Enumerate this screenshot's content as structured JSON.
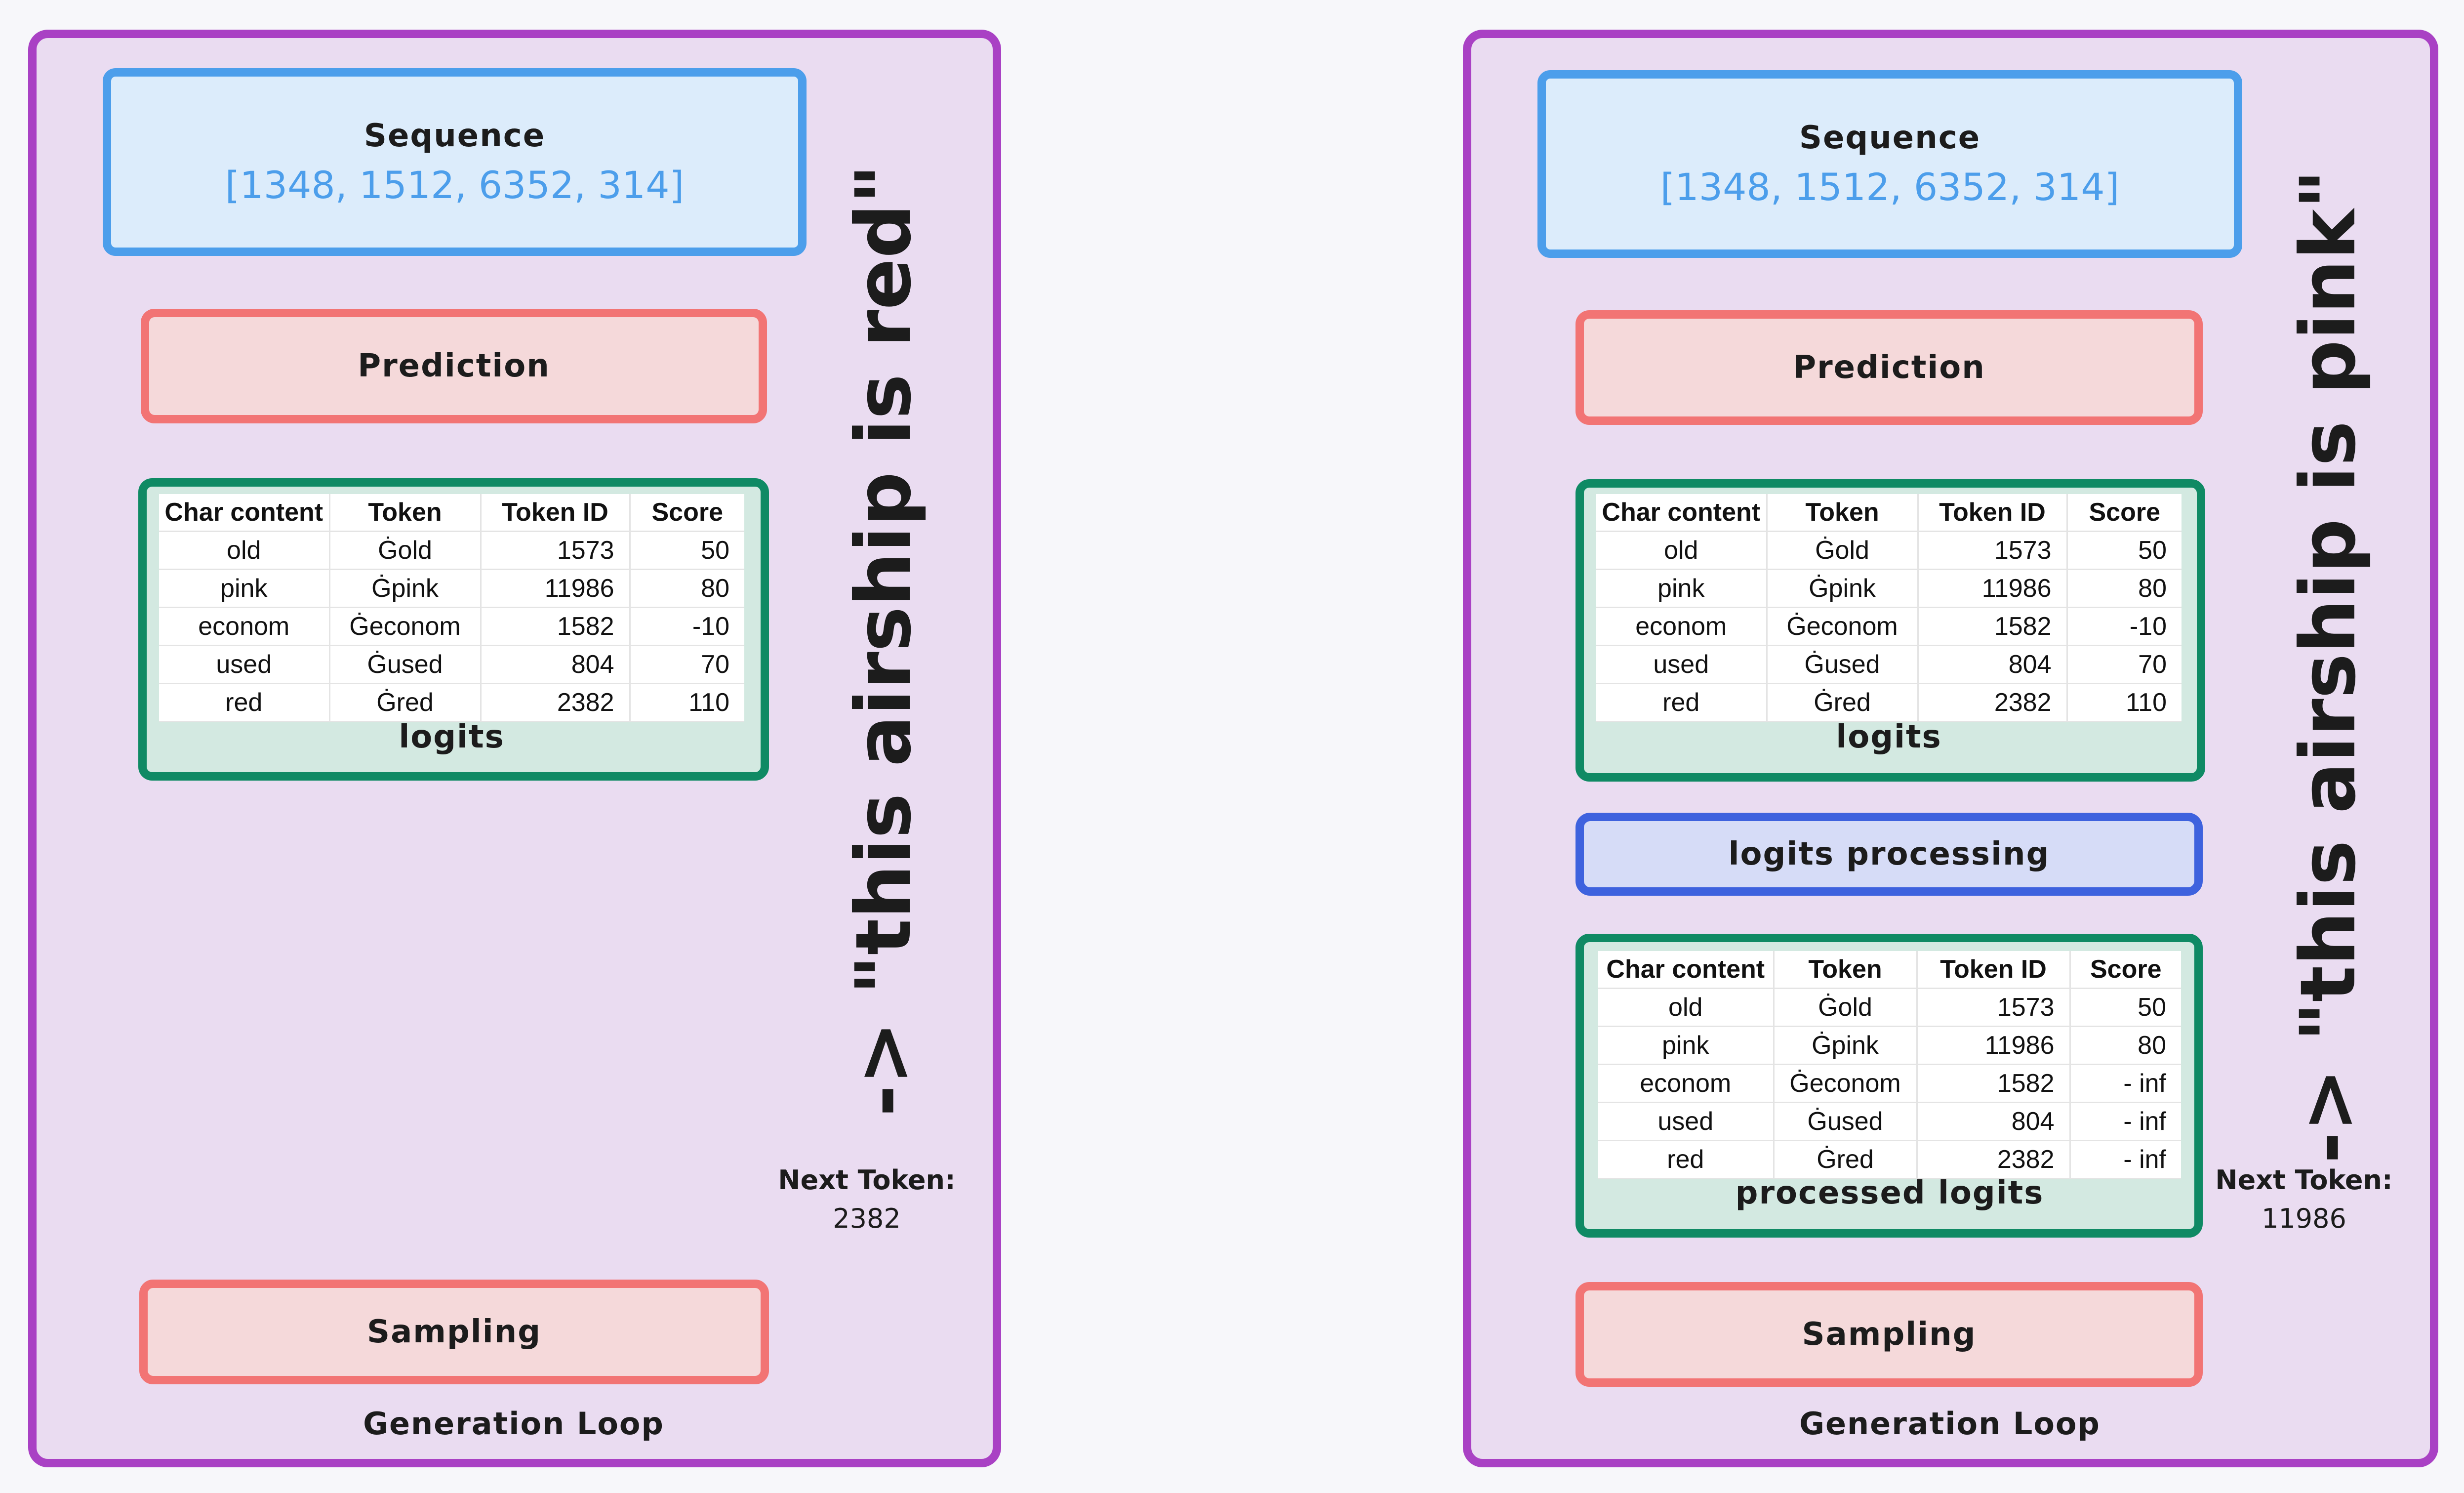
{
  "colors": {
    "loop_border": "#a941c4",
    "loop_fill": "#eadcf1",
    "sequence_border": "#4c9eeb",
    "sequence_fill": "#dcecfb",
    "prediction_border": "#f27474",
    "prediction_fill": "#f5d9da",
    "logits_border": "#0f8a64",
    "logits_fill": "#d3e9e1",
    "processing_border": "#3e62de",
    "processing_fill": "#d6dcf7"
  },
  "panels": [
    {
      "loop_label": "Generation Loop",
      "sequence_title": "Sequence",
      "sequence_value": "[1348, 1512, 6352, 314]",
      "prediction_label": "Prediction",
      "sampling_label": "Sampling",
      "logits_label": "logits",
      "logits_table": {
        "headers": [
          "Char content",
          "Token",
          "Token ID",
          "Score"
        ],
        "rows": [
          [
            "old",
            "Ġold",
            "1573",
            "50"
          ],
          [
            "pink",
            "Ġpink",
            "11986",
            "80"
          ],
          [
            "econom",
            "Ġeconom",
            "1582",
            "-10"
          ],
          [
            "used",
            "Ġused",
            "804",
            "70"
          ],
          [
            "red",
            "Ġred",
            "2382",
            "110"
          ]
        ]
      },
      "next_token_label": "Next Token:",
      "next_token_value": "2382",
      "result_text": "-> \"this airship is red\""
    },
    {
      "loop_label": "Generation Loop",
      "sequence_title": "Sequence",
      "sequence_value": "[1348, 1512, 6352, 314]",
      "prediction_label": "Prediction",
      "sampling_label": "Sampling",
      "logits_label": "logits",
      "logits_table": {
        "headers": [
          "Char content",
          "Token",
          "Token ID",
          "Score"
        ],
        "rows": [
          [
            "old",
            "Ġold",
            "1573",
            "50"
          ],
          [
            "pink",
            "Ġpink",
            "11986",
            "80"
          ],
          [
            "econom",
            "Ġeconom",
            "1582",
            "-10"
          ],
          [
            "used",
            "Ġused",
            "804",
            "70"
          ],
          [
            "red",
            "Ġred",
            "2382",
            "110"
          ]
        ]
      },
      "processing_label": "logits processing",
      "processed_label": "processed logits",
      "processed_table": {
        "headers": [
          "Char content",
          "Token",
          "Token ID",
          "Score"
        ],
        "rows": [
          [
            "old",
            "Ġold",
            "1573",
            "50"
          ],
          [
            "pink",
            "Ġpink",
            "11986",
            "80"
          ],
          [
            "econom",
            "Ġeconom",
            "1582",
            "- inf"
          ],
          [
            "used",
            "Ġused",
            "804",
            "- inf"
          ],
          [
            "red",
            "Ġred",
            "2382",
            "- inf"
          ]
        ]
      },
      "next_token_label": "Next Token:",
      "next_token_value": "11986",
      "result_text": "-> \"this airship is pink\""
    }
  ]
}
